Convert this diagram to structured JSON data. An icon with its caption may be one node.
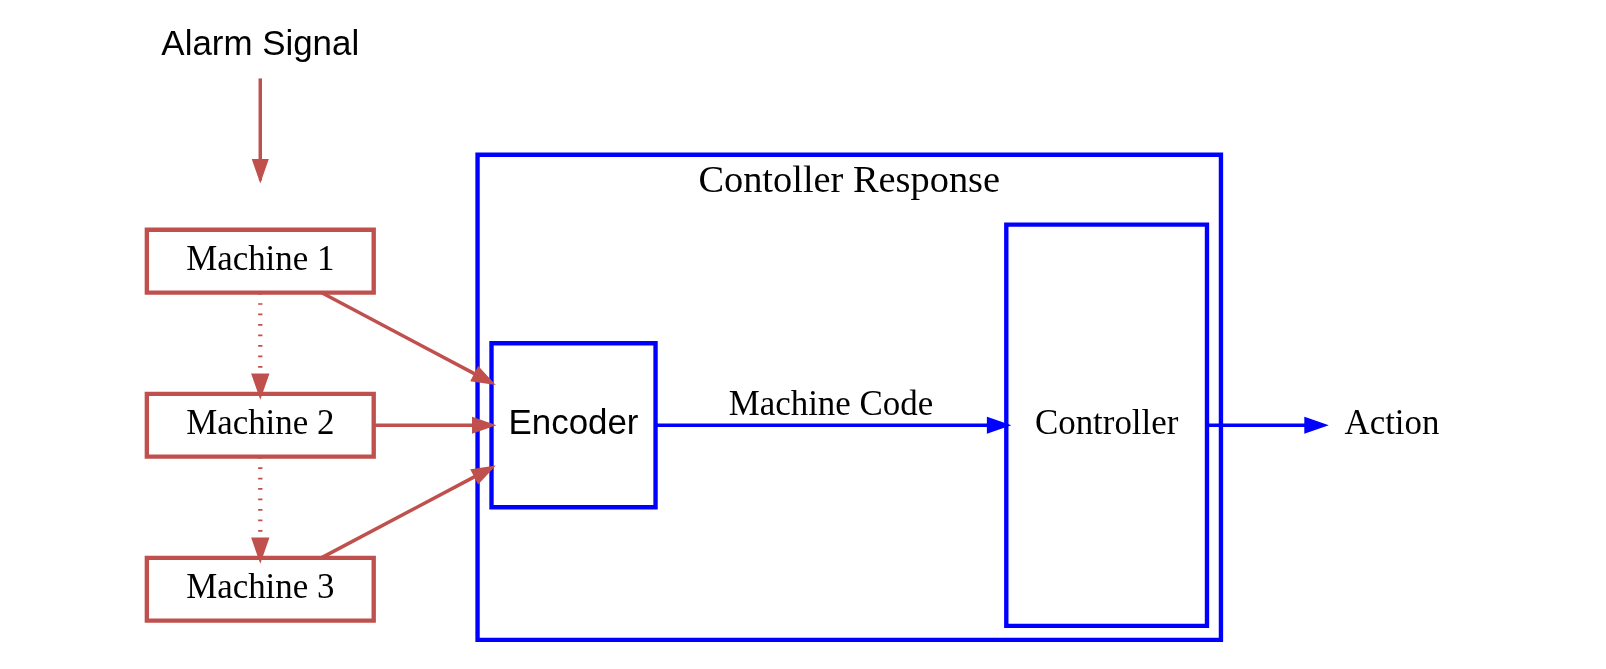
{
  "diagram": {
    "nodes": [
      {
        "text": [
          "Machine 1"
        ]
      },
      {
        "text": [
          "Machine 2"
        ]
      },
      {
        "text": [
          "Machine 3"
        ]
      },
      {
        "text": [
          "Contoller Response"
        ]
      },
      {
        "text": [
          "Encoder"
        ],
        "in": 3
      },
      {
        "text": [
          "Controller"
        ],
        "in": 3
      },
      {
        "text": [
          "Alarm Signal"
        ]
      },
      {
        "text": [
          "Action"
        ]
      }
    ],
    "edges": [
      {
        "from": 0,
        "to": 1,
        "arrow": "to",
        "style": "dashed"
      },
      {
        "from": 1,
        "to": 2,
        "arrow": "to",
        "style": "dashed"
      },
      {
        "from": 6,
        "to": null,
        "arrow": "to"
      },
      {
        "from": 0,
        "to": 4,
        "arrow": "to"
      },
      {
        "from": 1,
        "to": 4,
        "arrow": "to"
      },
      {
        "from": 2,
        "to": 4,
        "arrow": "to"
      },
      {
        "from": 4,
        "to": 5,
        "arrow": "to",
        "label": "Machine Code",
        "color": "#0000ff"
      },
      {
        "from": 5,
        "to": 7,
        "arrow": "to",
        "color": "#0000ff"
      }
    ]
  }
}
